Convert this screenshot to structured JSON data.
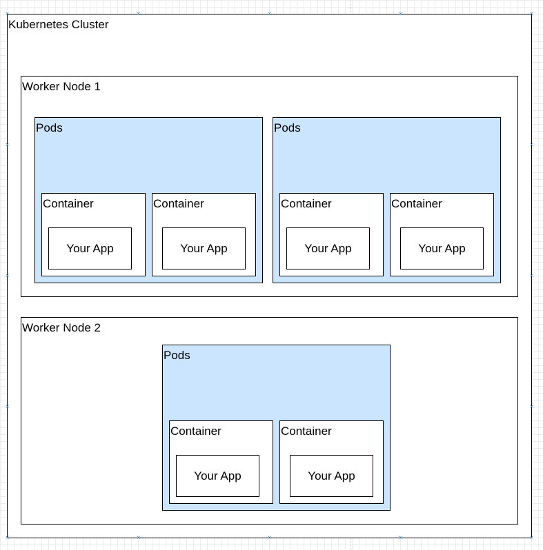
{
  "diagram": {
    "cluster": {
      "label": "Kubernetes Cluster",
      "nodes": [
        {
          "label": "Worker Node 1",
          "pods": [
            {
              "label": "Pods",
              "containers": [
                {
                  "label": "Container",
                  "app": "Your App"
                },
                {
                  "label": "Container",
                  "app": "Your App"
                }
              ]
            },
            {
              "label": "Pods",
              "containers": [
                {
                  "label": "Container",
                  "app": "Your App"
                },
                {
                  "label": "Container",
                  "app": "Your App"
                }
              ]
            }
          ]
        },
        {
          "label": "Worker Node 2",
          "pods": [
            {
              "label": "Pods",
              "containers": [
                {
                  "label": "Container",
                  "app": "Your App"
                },
                {
                  "label": "Container",
                  "app": "Your App"
                }
              ]
            }
          ]
        }
      ]
    },
    "colors": {
      "pod_fill": "#cce5ff",
      "border": "#000000",
      "selection_handle": "#3d8ddb"
    }
  }
}
